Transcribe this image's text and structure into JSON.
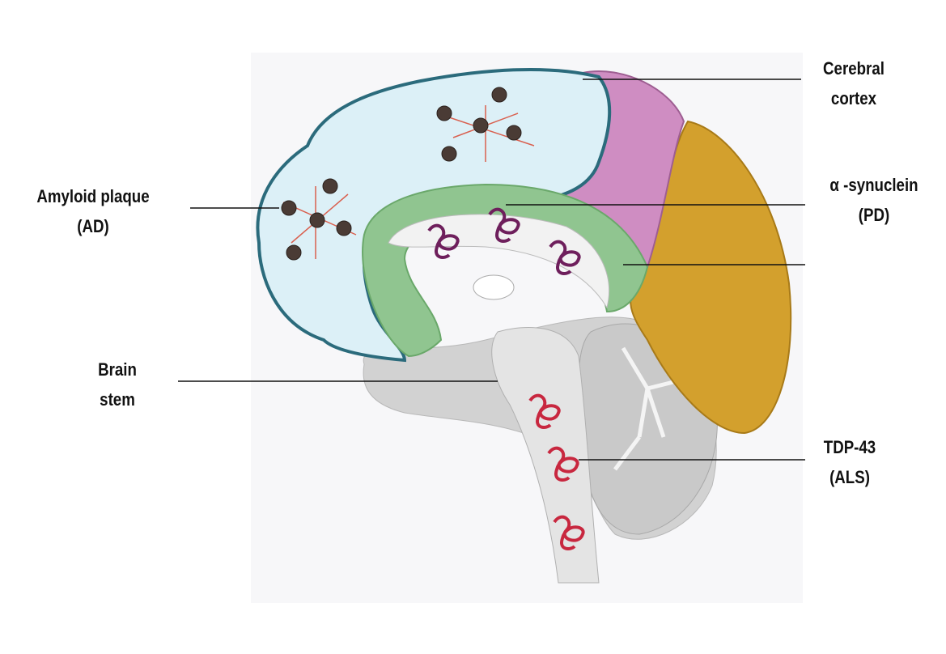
{
  "title": "Protein aggregates in neurodegenerative diseases",
  "labels": {
    "cerebral_cortex": [
      "Cerebral",
      "cortex"
    ],
    "amyloid": [
      "Amyloid plaque",
      "(AD)"
    ],
    "synuclein": [
      "α -synuclein",
      "(PD)"
    ],
    "brain_stem": [
      "Brain",
      "stem"
    ],
    "tdp43": [
      "TDP-43",
      "(ALS)"
    ]
  },
  "colors": {
    "frontal": "#dcf0f7",
    "frontal_stroke": "#2b6b7c",
    "parietal": "#cf8dc2",
    "occipital": "#d3a02d",
    "limbic": "#90c590",
    "grey": "#d2d2d2",
    "synuclein": "#6e1f5c",
    "tdp43": "#c8273f",
    "plaque": "#d9604f"
  }
}
